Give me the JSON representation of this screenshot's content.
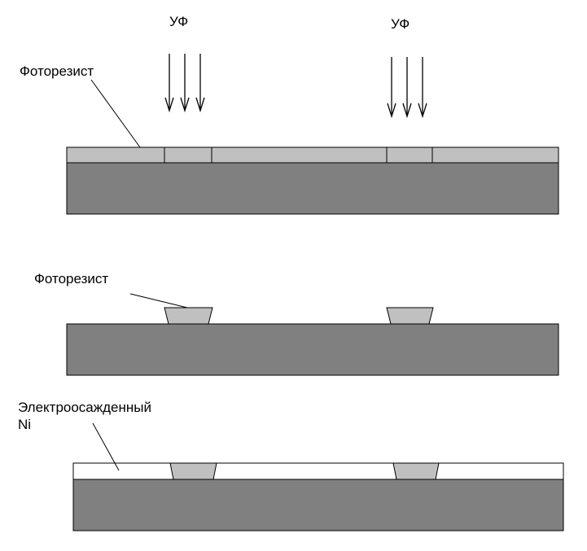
{
  "labels": {
    "uv_left": "УФ",
    "uv_right": "УФ",
    "photoresist_top": "Фоторезист",
    "photoresist_middle": "Фоторезист",
    "nickel_line1": "Электроосажденный",
    "nickel_line2": "Ni"
  },
  "colors": {
    "substrate": "#808080",
    "photoresist": "#c0c0c0",
    "nickel": "#ffffff",
    "outline": "#000000"
  }
}
